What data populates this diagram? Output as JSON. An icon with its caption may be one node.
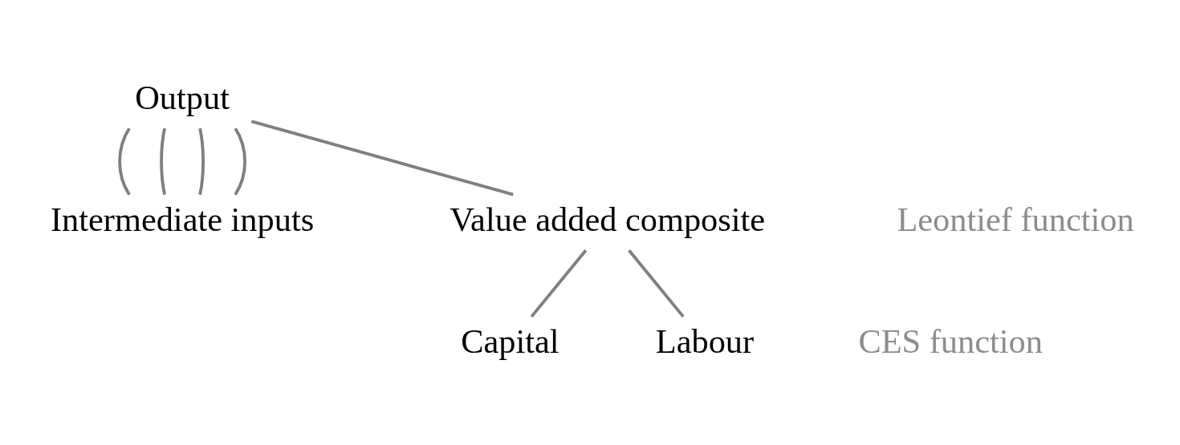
{
  "diagram": {
    "nodes": [
      {
        "text": [
          "Output"
        ]
      },
      {
        "text": [
          "Intermediate inputs"
        ]
      },
      {
        "text": [
          "Value added composite"
        ]
      },
      {
        "text": [
          "Capital"
        ]
      },
      {
        "text": [
          "Labour"
        ]
      }
    ],
    "edges": [
      {
        "from": 0,
        "to": 1,
        "arrow": "none"
      },
      {
        "from": 0,
        "to": 1,
        "arrow": "none"
      },
      {
        "from": 0,
        "to": 1,
        "arrow": "none"
      },
      {
        "from": 0,
        "to": 1,
        "arrow": "none"
      },
      {
        "from": 0,
        "to": 2,
        "arrow": "none"
      },
      {
        "from": 2,
        "to": 3,
        "arrow": "none"
      },
      {
        "from": 2,
        "to": 4,
        "arrow": "none"
      }
    ],
    "labels": [
      "Leontief function",
      "CES function"
    ]
  }
}
